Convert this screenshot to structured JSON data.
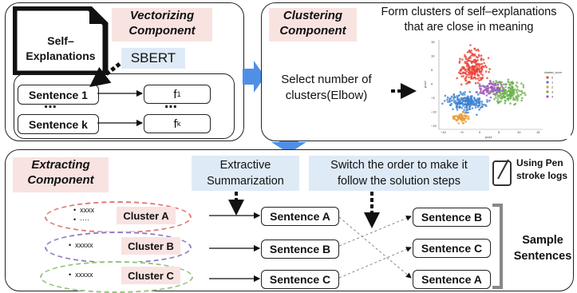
{
  "vectorizing": {
    "title_line1": "Vectorizing",
    "title_line2": "Component",
    "doc_line1": "Self–",
    "doc_line2": "Explanations",
    "model": "SBERT",
    "sentence_first": "Sentence 1",
    "sentence_dots": "⋯",
    "sentence_last": "Sentence k",
    "f_first": "f",
    "f_first_sub": "1",
    "f_dots": "⋯",
    "f_last": "f",
    "f_last_sub": "k"
  },
  "clustering": {
    "title_line1": "Clustering",
    "title_line2": "Component",
    "desc_line1": "Form clusters of self–explanations",
    "desc_line2": "that are close in meaning",
    "select_line1": "Select number of",
    "select_line2": "clusters(Elbow)",
    "plot": {
      "legend_title": "cluster_num",
      "legend_items": [
        "0",
        "1",
        "2",
        "3",
        "4"
      ],
      "legend_colors": [
        "#e8433a",
        "#3b7fd0",
        "#e89a34",
        "#6ab04c",
        "#9b59b6"
      ],
      "x_ticks": [
        "−10",
        "−5",
        "0",
        "5",
        "10",
        "15"
      ],
      "y_ticks": [
        "15",
        "10",
        "5",
        "0",
        "−5",
        "−10",
        "−15"
      ],
      "xlabel": "pca1",
      "ylabel": "pca2"
    }
  },
  "extracting": {
    "title_line1": "Extracting",
    "title_line2": "Component",
    "extractive_line1": "Extractive",
    "extractive_line2": "Summarization",
    "switch_line1": "Switch the order to make it",
    "switch_line2": "follow the solution steps",
    "pen_line1": "Using Pen",
    "pen_line2": "stroke logs",
    "clusters": [
      {
        "label": "Cluster A",
        "bullet1": "xxxx",
        "bullet2": "····",
        "color": "#e07a74"
      },
      {
        "label": "Cluster B",
        "bullet1": "xxxxx",
        "bullet2": "",
        "color": "#8e7cc3"
      },
      {
        "label": "Cluster C",
        "bullet1": "xxxxx",
        "bullet2": "",
        "color": "#93c47d"
      }
    ],
    "extracted": [
      "Sentence A",
      "Sentence B",
      "Sentence C"
    ],
    "ordered": [
      "Sentence B",
      "Sentence C",
      "Sentence A"
    ],
    "result_line1": "Sample",
    "result_line2": "Sentences"
  }
}
